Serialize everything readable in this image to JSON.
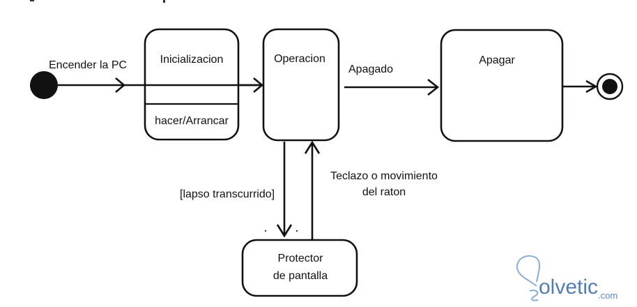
{
  "diagram": {
    "type": "UML state machine",
    "initial_state": {
      "name": "initial"
    },
    "final_state": {
      "name": "final"
    },
    "states": [
      {
        "id": "inicializacion",
        "label": "Inicializacion",
        "activity": "hacer/Arrancar"
      },
      {
        "id": "operacion",
        "label": "Operacion"
      },
      {
        "id": "apagar",
        "label": "Apagar"
      },
      {
        "id": "protector",
        "label_line1": "Protector",
        "label_line2": "de pantalla"
      }
    ],
    "transitions": [
      {
        "from": "initial",
        "to": "operacion",
        "label": "Encender la PC"
      },
      {
        "from": "operacion",
        "to": "apagar",
        "label": "Apagado"
      },
      {
        "from": "apagar",
        "to": "final",
        "label": ""
      },
      {
        "from": "operacion",
        "to": "protector",
        "label": "[lapso transcurrido]"
      },
      {
        "from": "protector",
        "to": "operacion",
        "label_line1": "Teclazo o movimiento",
        "label_line2": "del raton"
      }
    ]
  },
  "watermark": {
    "word": "olvetic",
    "suffix": ".com",
    "color": "#3f6fae"
  }
}
